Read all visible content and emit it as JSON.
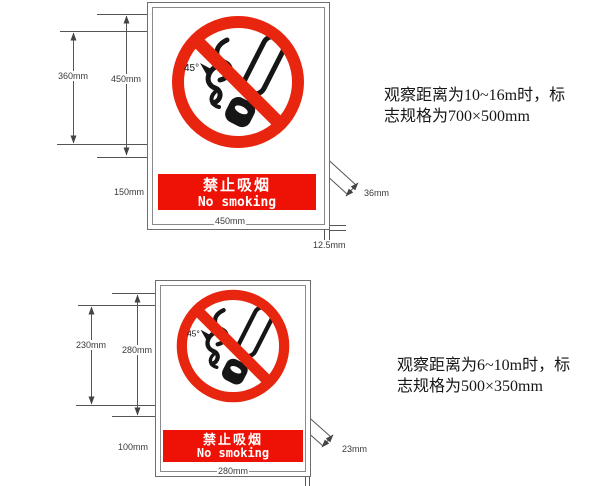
{
  "page": {
    "background": "#ffffff"
  },
  "colors": {
    "symbol_red": "#e8250f",
    "band_red": "#ee1105",
    "dim_line": "#555555",
    "ink": "#161616"
  },
  "diagrams": [
    {
      "angle_label": "45°",
      "band_cn": "禁止吸烟",
      "band_en": "No smoking",
      "dim_symbol_height": "360mm",
      "dim_panel_height": "450mm",
      "dim_band_height": "150mm",
      "dim_band_width": "450mm",
      "dim_slash_width": "36mm",
      "dim_border_margin": "12.5mm",
      "note_line1": "观察距离为10~16m时，标",
      "note_line2": "志规格为700×500mm"
    },
    {
      "angle_label": "45°",
      "band_cn": "禁止吸烟",
      "band_en": "No smoking",
      "dim_symbol_height": "230mm",
      "dim_panel_height": "280mm",
      "dim_band_height": "100mm",
      "dim_band_width": "280mm",
      "dim_slash_width": "23mm",
      "note_line1": "观察距离为6~10m时，标",
      "note_line2": "志规格为500×350mm"
    }
  ]
}
